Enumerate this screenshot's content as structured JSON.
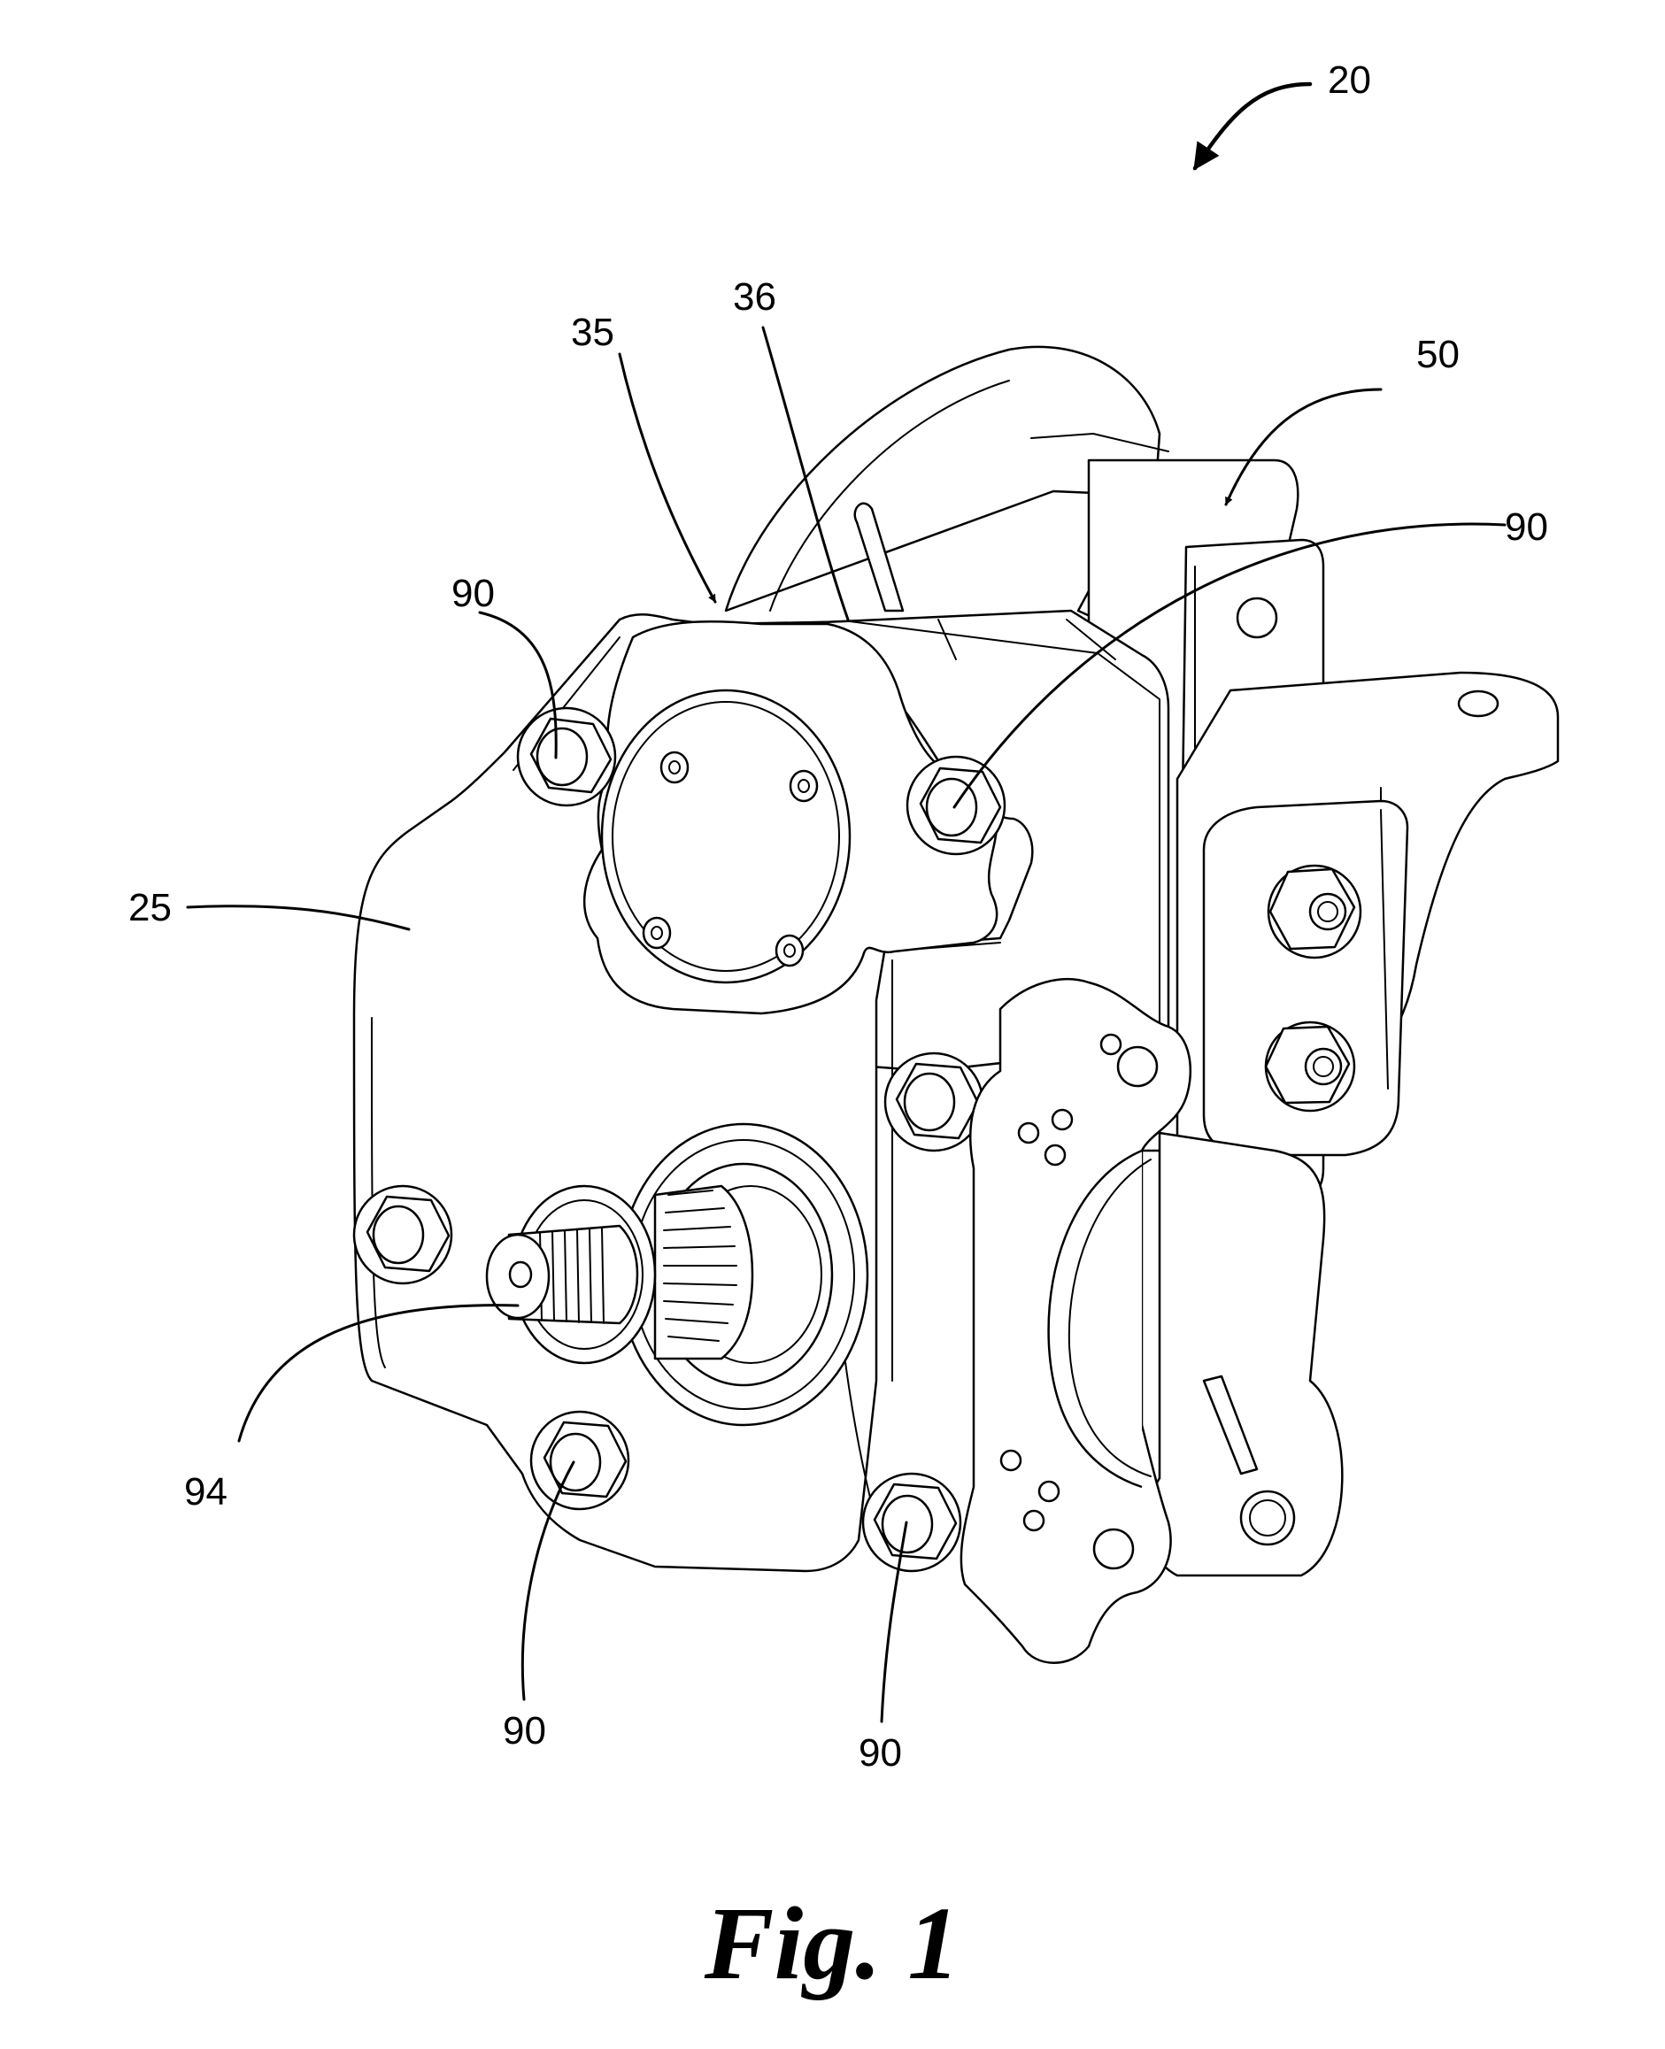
{
  "figure": {
    "caption": "Fig. 1",
    "reference_numerals": {
      "assembly": "20",
      "front_cover": "25",
      "housing": "35",
      "parting_line": "36",
      "mounting_bracket": "50",
      "fastener_top_left": "90",
      "fastener_top_right": "90",
      "fastener_bottom_left": "90",
      "fastener_bottom_right": "90",
      "output_shaft": "94"
    }
  }
}
